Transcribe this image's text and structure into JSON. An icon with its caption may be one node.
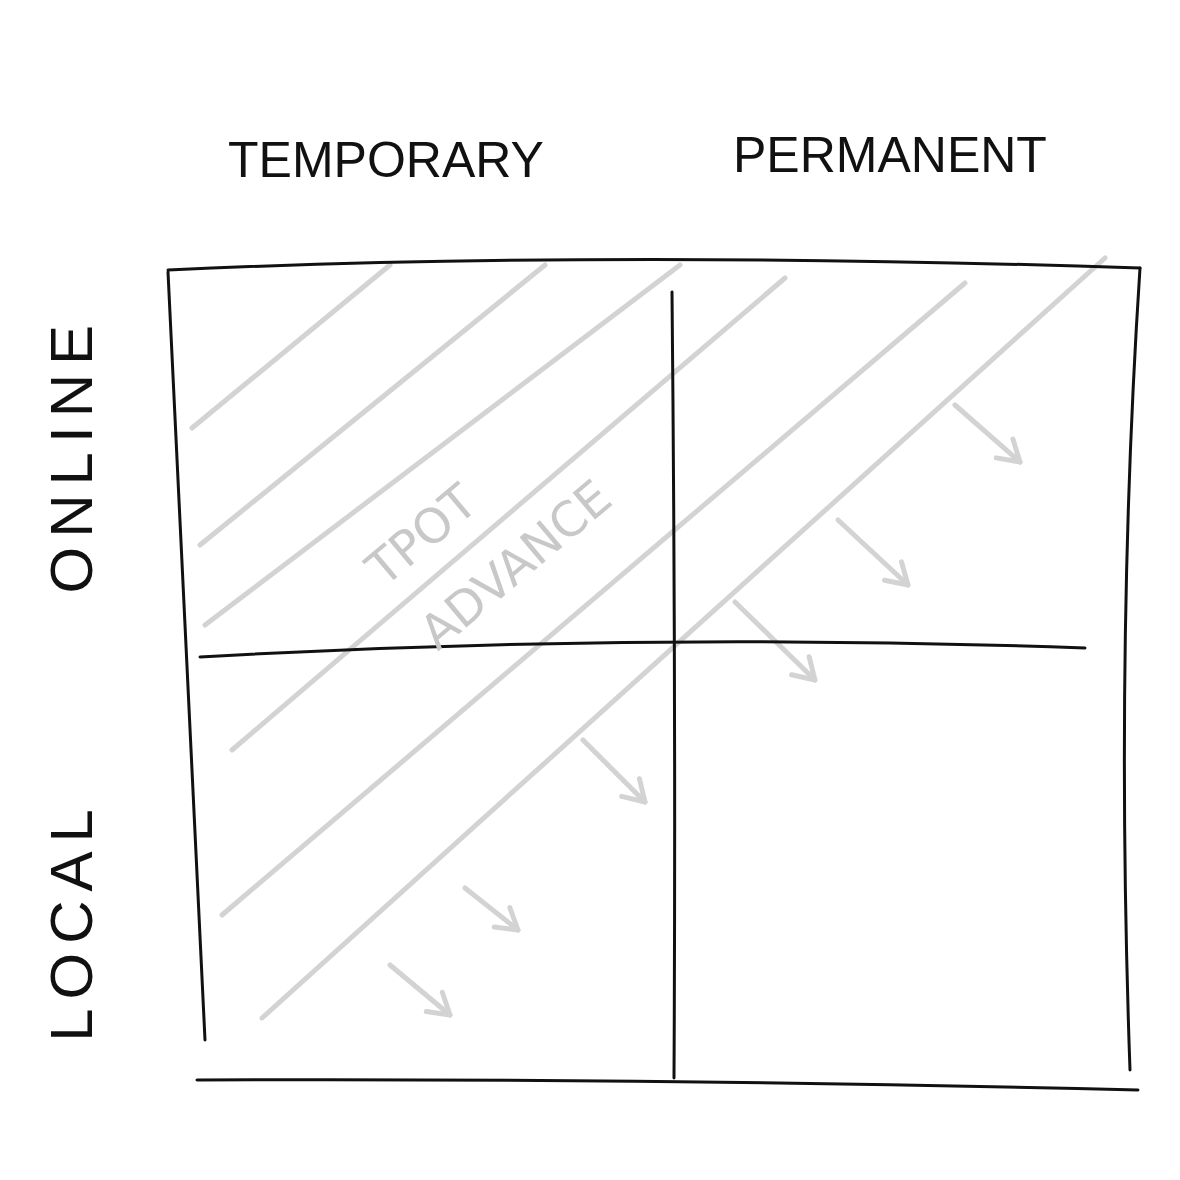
{
  "diagram": {
    "labels": [
      "TEMPORARY",
      "PERMANENT",
      "ONLINE",
      "LOCAL",
      "TPOT ADVANCE"
    ]
  }
}
